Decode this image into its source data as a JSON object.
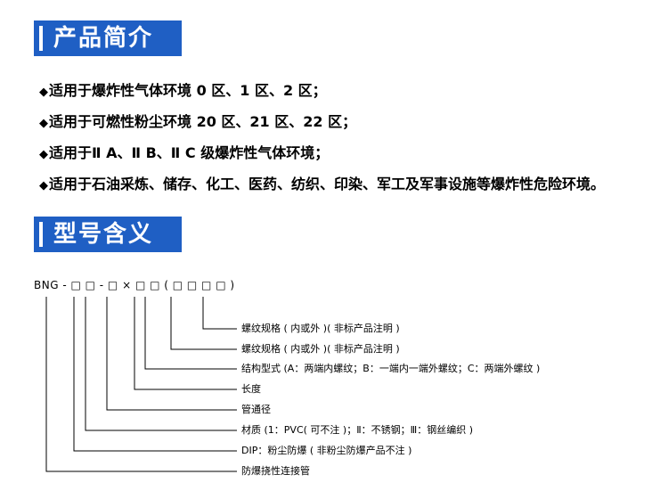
{
  "section1": {
    "title": "产品简介"
  },
  "bullets": [
    "适用于爆炸性气体环境 0 区、1 区、2 区；",
    "适用于可燃性粉尘环境 20 区、21 区、22 区；",
    "适用于Ⅱ A、Ⅱ B、Ⅱ C 级爆炸性气体环境；",
    "适用于石油采炼、储存、化工、医药、纺织、印染、军工及军事设施等爆炸性危险环境。"
  ],
  "bullet_marker": "◆",
  "section2": {
    "title": "型号含义"
  },
  "model": {
    "code": "BNG - □ □ - □ × □ □ ( □ □ □ □ )",
    "descriptions": [
      "螺纹规格 ( 内或外 )( 非标产品注明 )",
      "螺纹规格 ( 内或外 )( 非标产品注明 )",
      "结构型式 (A：两端内螺纹；B：一端内一端外螺纹；C：两端外螺纹 )",
      "长度",
      "管通径",
      "材质 (1：PVC( 可不注 )；Ⅱ：不锈钢；Ⅲ：钢丝编织 )",
      "DIP：粉尘防爆 ( 非粉尘防爆产品不注 )",
      "防爆挠性连接管"
    ]
  },
  "colors": {
    "header_bg": "#1f5fc4",
    "header_text": "#ffffff"
  }
}
